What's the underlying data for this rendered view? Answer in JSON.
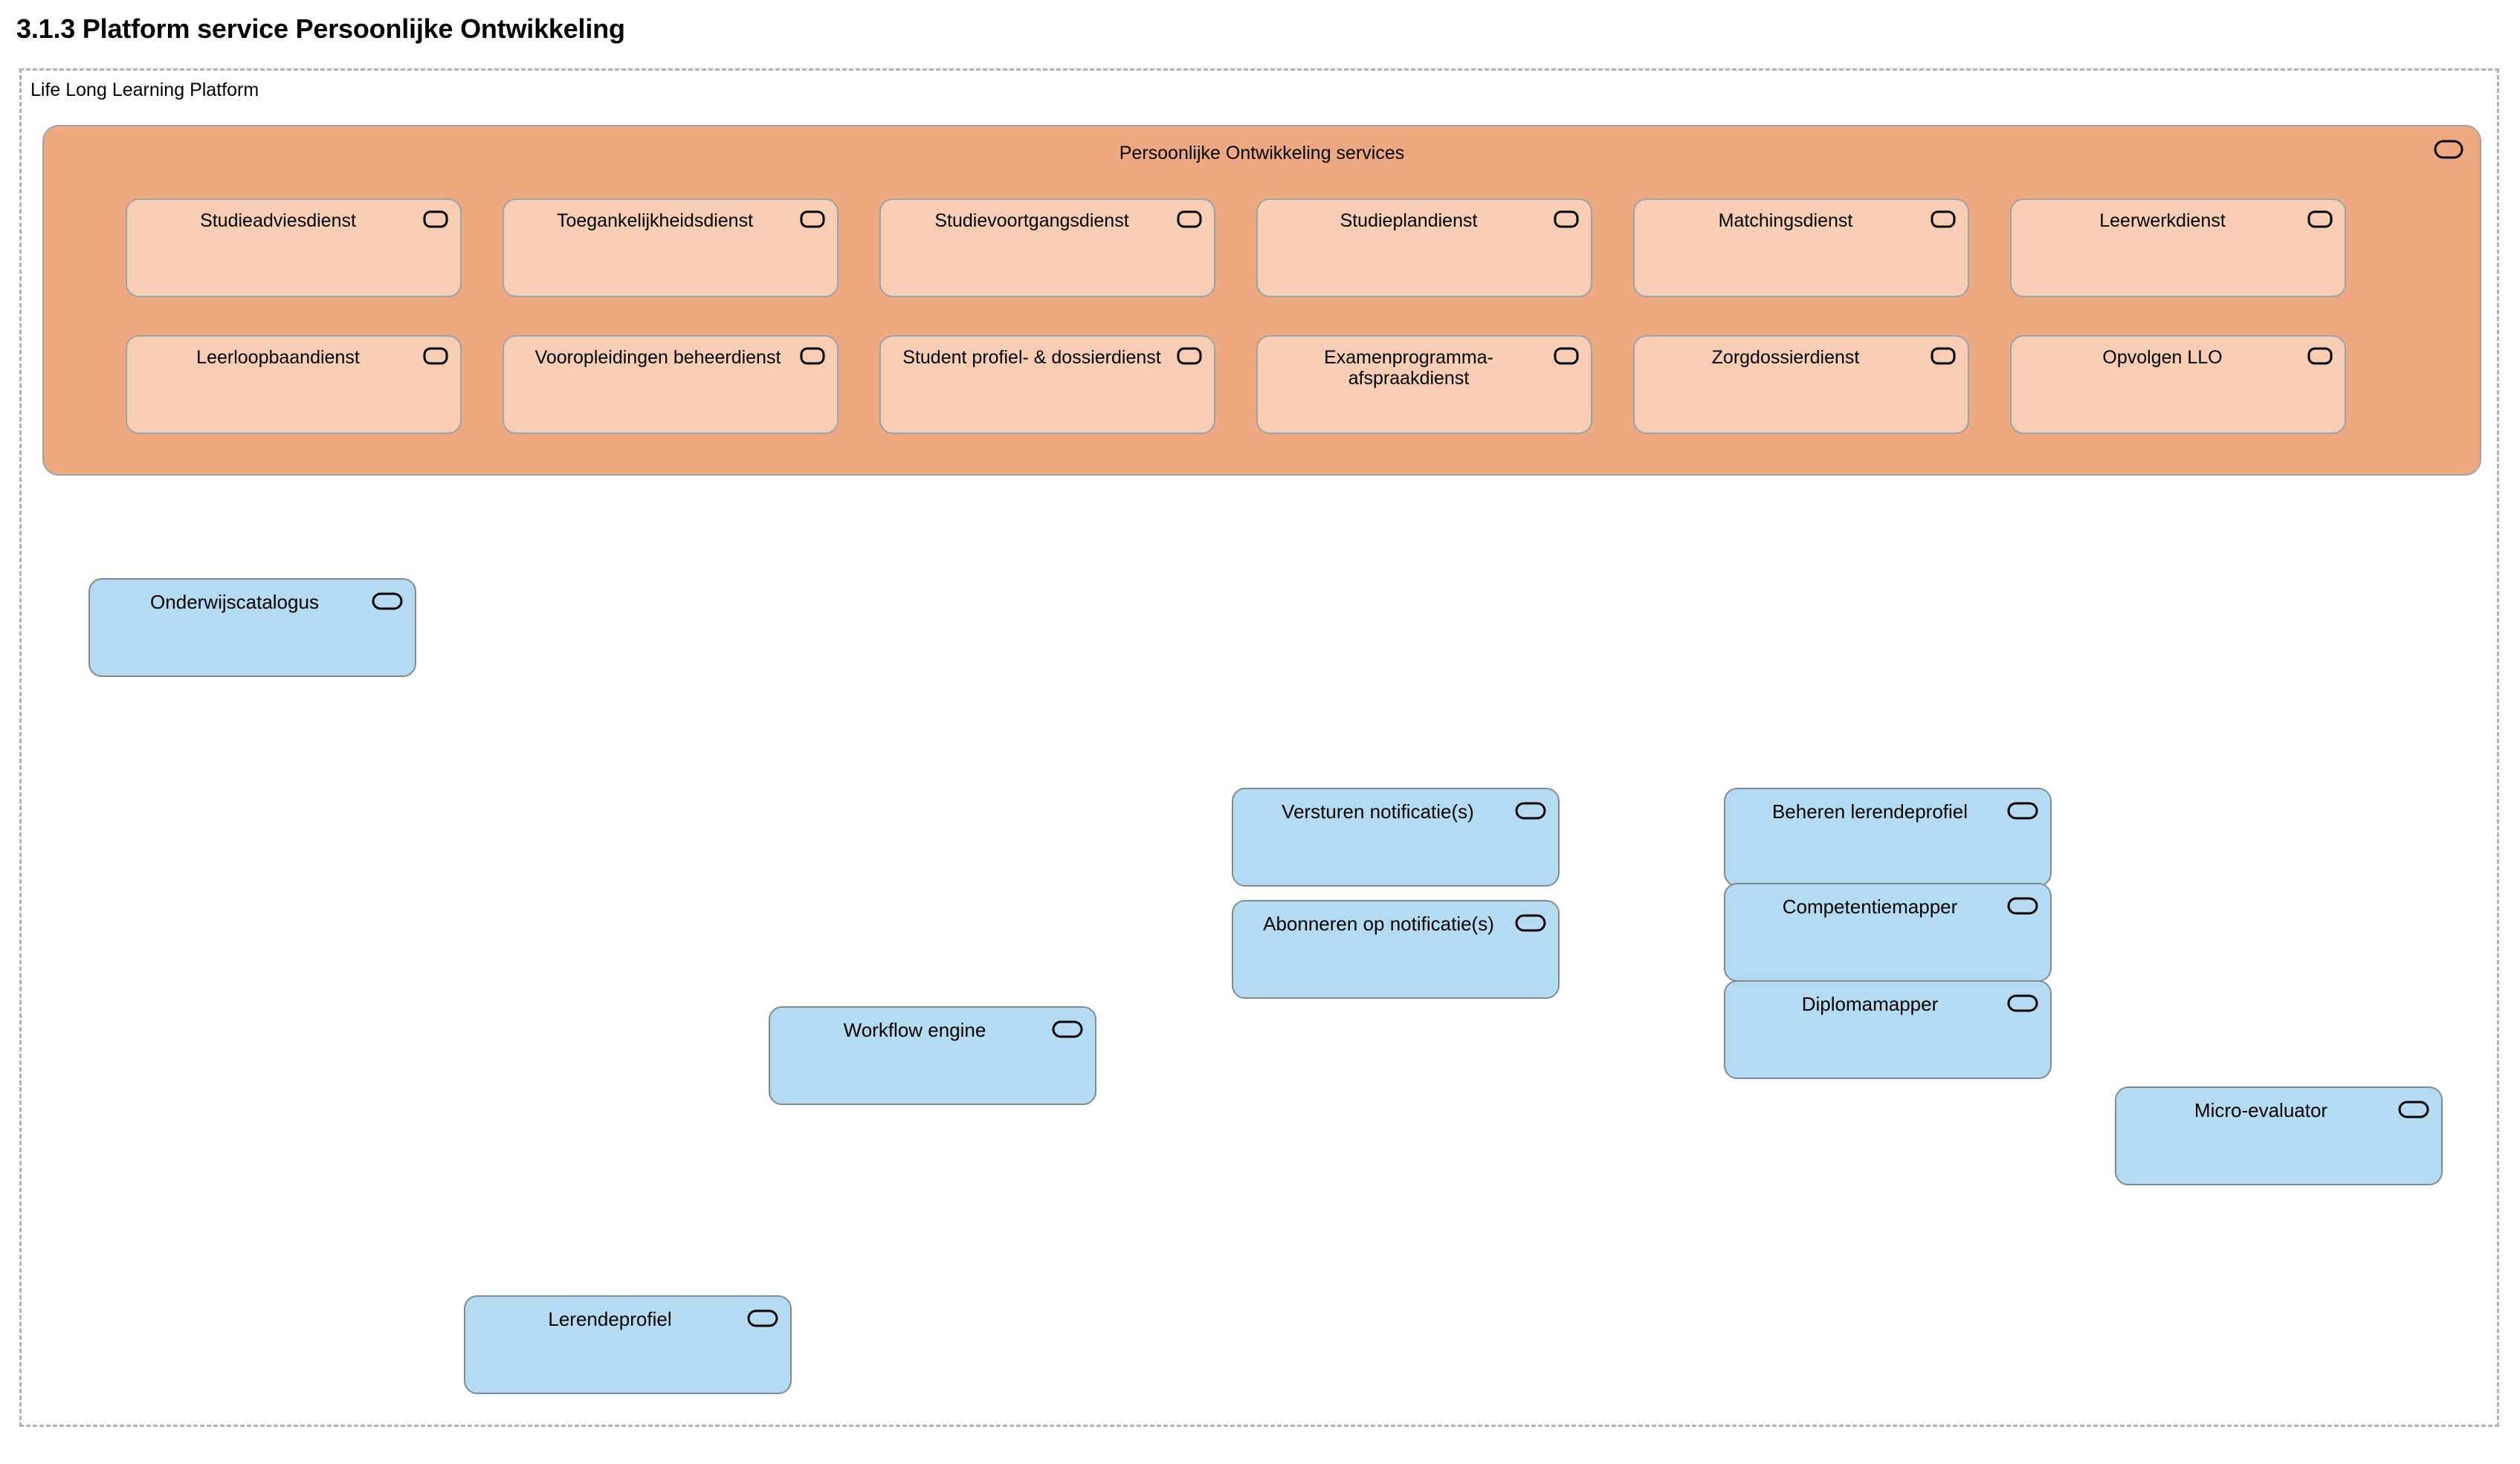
{
  "page": {
    "title": "3.1.3 Platform service Persoonlijke Ontwikkeling",
    "frame_label": "Life Long Learning Platform"
  },
  "services_group": {
    "title": "Persoonlijke Ontwikkeling services",
    "icon": "application-service-icon",
    "color": "#efa981",
    "child_color": "#f7cdb4",
    "border_color": "#9aa3ab",
    "rows": [
      [
        {
          "label": "Studieadviesdienst",
          "icon": "application-service-icon"
        },
        {
          "label": "Toegankelijkheidsdienst",
          "icon": "application-service-icon"
        },
        {
          "label": "Studievoortgangsdienst",
          "icon": "application-service-icon"
        },
        {
          "label": "Studieplandienst",
          "icon": "application-service-icon"
        },
        {
          "label": "Matchingsdienst",
          "icon": "application-service-icon"
        },
        {
          "label": "Leerwerkdienst",
          "icon": "application-service-icon"
        }
      ],
      [
        {
          "label": "Leerloopbaandienst",
          "icon": "application-service-icon"
        },
        {
          "label": "Vooropleidingen beheerdienst",
          "icon": "application-service-icon"
        },
        {
          "label": "Student profiel- & dossierdienst",
          "icon": "application-service-icon"
        },
        {
          "label": "Examenprogramma- afspraakdienst",
          "icon": "application-service-icon"
        },
        {
          "label": "Zorgdossierdienst",
          "icon": "application-service-icon"
        },
        {
          "label": "Opvolgen LLO",
          "icon": "application-service-icon"
        }
      ]
    ]
  },
  "components": {
    "color": "#b3dbf2",
    "border_color": "#7f8c94",
    "items": [
      {
        "label": "Onderwijscatalogus",
        "icon": "application-service-icon"
      },
      {
        "label": "Versturen notificatie(s)",
        "icon": "application-service-icon"
      },
      {
        "label": "Abonneren op notificatie(s)",
        "icon": "application-service-icon"
      },
      {
        "label": "Beheren lerendeprofiel",
        "icon": "application-service-icon"
      },
      {
        "label": "Competentiemapper",
        "icon": "application-service-icon"
      },
      {
        "label": "Diplomamapper",
        "icon": "application-service-icon"
      },
      {
        "label": "Workflow engine",
        "icon": "application-service-icon"
      },
      {
        "label": "Micro-evaluator",
        "icon": "application-service-icon"
      },
      {
        "label": "Lerendeprofiel",
        "icon": "application-service-icon"
      }
    ]
  }
}
